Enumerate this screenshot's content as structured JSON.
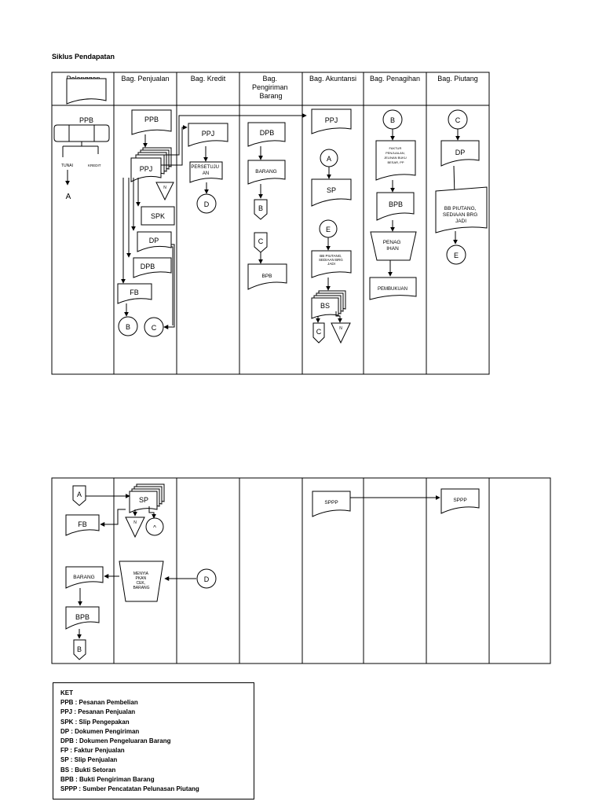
{
  "title": "Siklus Pendapatan",
  "lanes": [
    "Pelanggan",
    "Bag. Penjualan",
    "Bag. Kredit",
    "Bag. Pengiriman Barang",
    "Bag. Akuntansi",
    "Bag. Penagihan",
    "Bag. Piutang"
  ],
  "labels": {
    "ppb": "PPB",
    "tunai": "TUNAI",
    "kredit": "KREDIT",
    "a": "A",
    "b": "B",
    "c": "C",
    "d": "D",
    "e": "E",
    "ppj": "PPJ",
    "n": "N",
    "spk": "SPK",
    "dp": "DP",
    "dpb": "DPB",
    "fb": "FB",
    "persetujuan_1": "PERSETUJU",
    "persetujuan_2": "AN",
    "barang": "BARANG",
    "bpb": "BPB",
    "sp": "SP",
    "bb_small_1": "BB PIUTANG,",
    "bb_small_2": "SEDIAAN BRG",
    "bb_small_3": "JADI",
    "bs": "BS",
    "faktur_1": "FAKTUR",
    "faktur_2": "PENJUALAN,",
    "faktur_3": "JELINAN BUKU",
    "faktur_4": "BESAR, PP",
    "penagihan_1": "PENAG",
    "penagihan_2": "IHAN",
    "pembukuan": "PEMBUKUAN",
    "bb_1": "BB PIUTANG,",
    "bb_2": "SEDIAAN BRG",
    "bb_3": "JADI",
    "sppp": "SPPP",
    "menyiapkan_1": "MENYIA",
    "menyiapkan_2": "PKAN",
    "menyiapkan_3": "CEK,",
    "menyiapkan_4": "BARANG"
  },
  "legend": {
    "heading": "KET",
    "items": [
      "PPB : Pesanan Pembelian",
      "PPJ : Pesanan Penjualan",
      "SPK : Slip Pengepakan",
      "DP : Dokumen Pengiriman",
      "DPB : Dokumen Pengeluaran Barang",
      "FP : Faktur Penjualan",
      "SP : Slip Penjualan",
      "BS : Bukti Setoran",
      "BPB : Bukti Pengiriman Barang",
      "SPPP : Sumber Pencatatan Pelunasan Piutang"
    ]
  }
}
